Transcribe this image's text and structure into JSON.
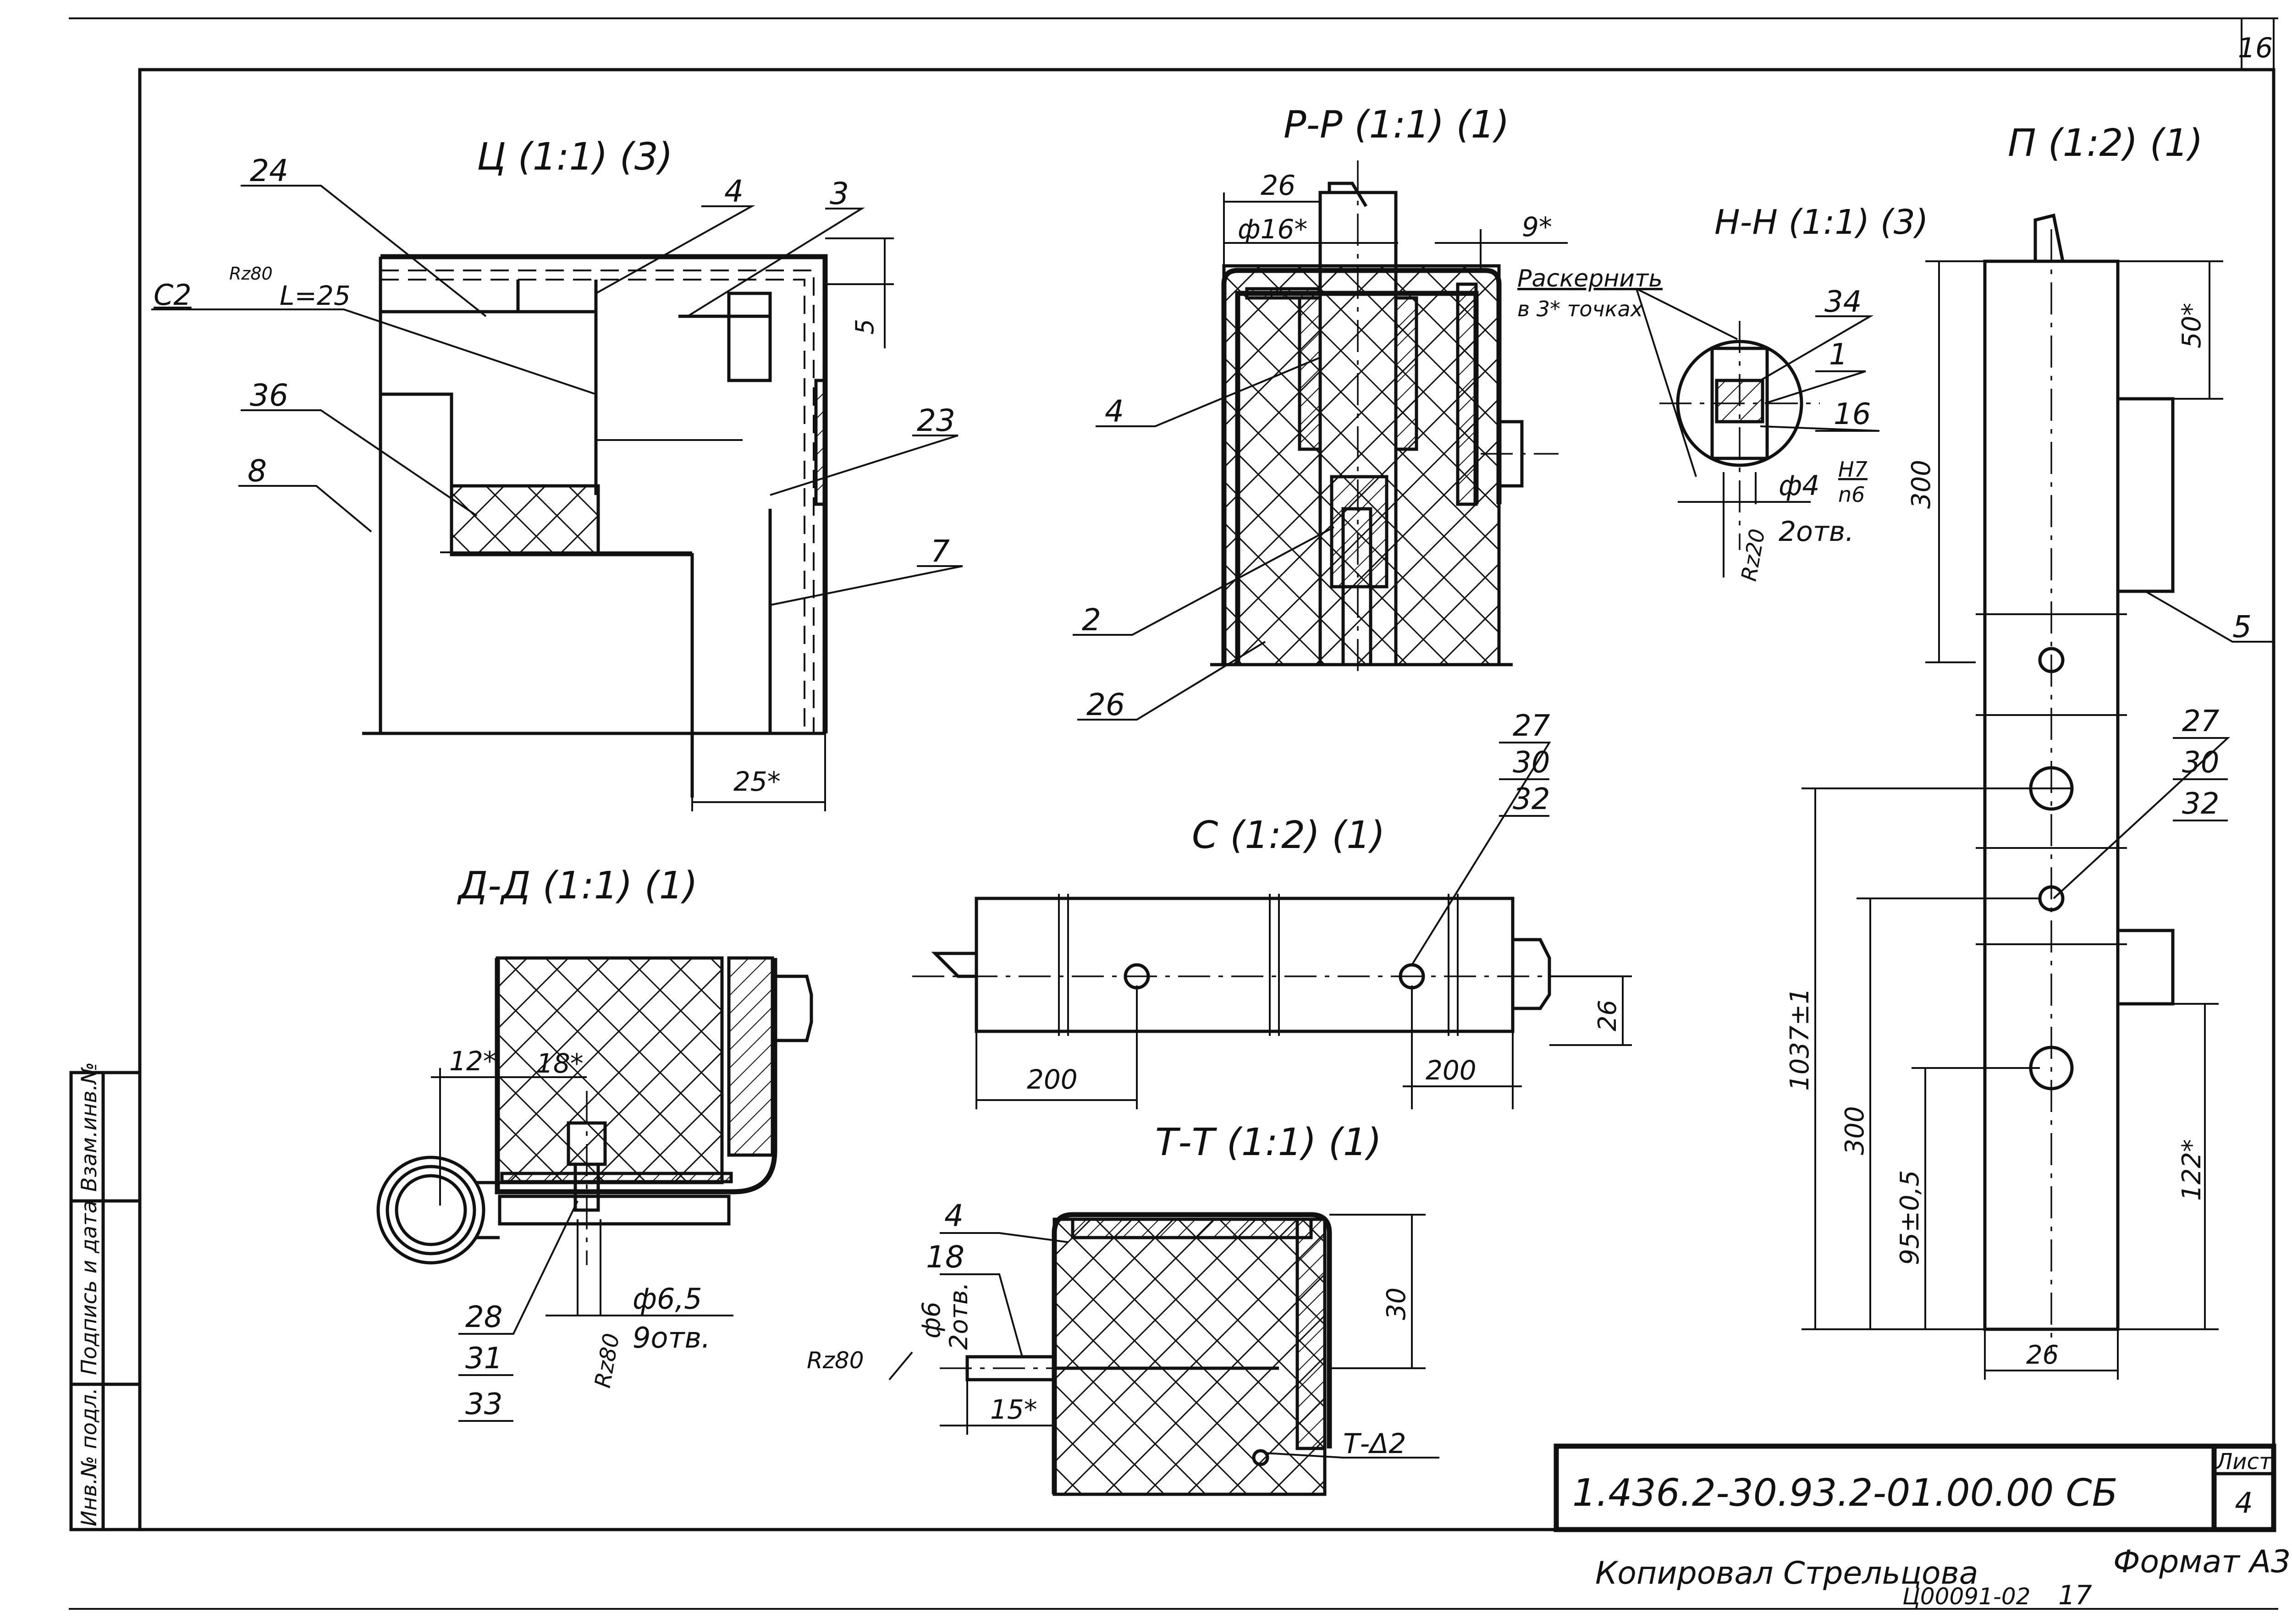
{
  "sheet": {
    "page_number": "16",
    "sheet_label": "Лист",
    "sheet_number": "4",
    "designation": "1.436.2-30.93.2-01.00.00 СБ",
    "copied_by": "Копировал Стрельцова",
    "archive_code": "Ц00091-02",
    "archive_number": "17",
    "format": "Формат А3"
  },
  "side_stamp": {
    "inv_no": "Инв.№ подл.",
    "sign_date": "Подпись и дата",
    "replaces_inv": "Взам.инв.№"
  },
  "view_c": {
    "title": "Ц (1:1) (3)",
    "weld_symbol": "С2",
    "roughness": "Rz80",
    "weld_leg": "L=25",
    "callouts": [
      "24",
      "4",
      "3",
      "36",
      "8",
      "23",
      "7"
    ],
    "dim_5": "5",
    "dim_25": "25*"
  },
  "section_pp": {
    "title": "Р-Р (1:1) (1)",
    "dim_26": "26",
    "dim_d16": "ф16*",
    "dim_9": "9*",
    "note_line1": "Раскернить",
    "note_line2": "в 3* точках",
    "callouts": [
      "4",
      "2",
      "26"
    ]
  },
  "section_nn": {
    "title": "Н-Н (1:1) (3)",
    "callouts": [
      "34",
      "1",
      "16"
    ],
    "hole_dia": "ф4",
    "fit_upper": "H7",
    "fit_lower": "n6",
    "holes": "2отв.",
    "roughness": "Rz20"
  },
  "view_p": {
    "title": "П (1:2) (1)",
    "dim_50": "50*",
    "dim_300_top": "300",
    "callout_5": "5",
    "callouts_stack": [
      "27",
      "30",
      "32"
    ],
    "dim_1037": "1037±1",
    "dim_300_bottom": "300",
    "dim_95": "95±0,5",
    "dim_122": "122*",
    "dim_26": "26"
  },
  "view_s": {
    "title": "С (1:2) (1)",
    "callouts_stack": [
      "27",
      "30",
      "32"
    ],
    "dim_200_left": "200",
    "dim_200_right": "200",
    "dim_26": "26"
  },
  "section_dd": {
    "title": "Д-Д (1:1) (1)",
    "dim_12": "12*",
    "dim_18": "18*",
    "hole_dia": "ф6,5",
    "holes": "9отв.",
    "roughness": "Rz80",
    "callouts_stack": [
      "28",
      "31",
      "33"
    ]
  },
  "section_tt": {
    "title": "Т-Т (1:1) (1)",
    "callouts": [
      "4",
      "18"
    ],
    "hole_dia": "ф6",
    "holes": "2отв.",
    "roughness": "Rz80",
    "dim_15": "15*",
    "dim_30": "30",
    "weld_mark": "Т-Δ2"
  }
}
